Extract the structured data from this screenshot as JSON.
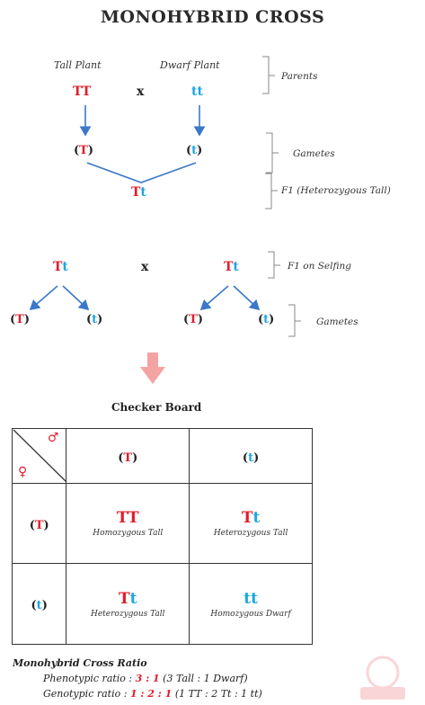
{
  "title": "MONOHYBRID CROSS",
  "parents": {
    "left_label": "Tall Plant",
    "left_genotype": "TT",
    "cross": "x",
    "right_label": "Dwarf Plant",
    "right_genotype": "tt",
    "brace_label": "Parents"
  },
  "gametes1": {
    "left_open": "(",
    "left_allele": "T",
    "left_close": ")",
    "right_open": "(",
    "right_allele": "t",
    "right_close": ")",
    "brace_label": "Gametes"
  },
  "f1": {
    "genotype_dom": "T",
    "genotype_rec": "t",
    "brace_label": "F1 (Heterozygous Tall)"
  },
  "selfing": {
    "left_dom": "T",
    "left_rec": "t",
    "cross": "x",
    "right_dom": "T",
    "right_rec": "t",
    "brace_label": "F1 on Selfing"
  },
  "gametes2": {
    "g1_allele": "T",
    "g2_allele": "t",
    "g3_allele": "T",
    "g4_allele": "t",
    "open": "(",
    "close": ")",
    "brace_label": "Gametes"
  },
  "board": {
    "title": "Checker Board",
    "male_symbol": "♂",
    "female_symbol": "♀",
    "col1": "T",
    "col2": "t",
    "row1": "T",
    "row2": "t",
    "c11_dom": "T",
    "c11_rec": "T",
    "c11_desc": "Homozygous Tall",
    "c12_dom": "T",
    "c12_rec": "t",
    "c12_desc": "Heterozygous Tall",
    "c21_dom": "T",
    "c21_rec": "t",
    "c21_desc": "Heterozygous Tall",
    "c22_dom": "t",
    "c22_rec": "t",
    "c22_desc": "Homozygous Dwarf"
  },
  "ratio": {
    "heading": "Monohybrid Cross Ratio",
    "phenotypic_label": "Phenotypic ratio",
    "phenotypic_value": "3 : 1",
    "phenotypic_detail": "(3 Tall : 1 Dwarf)",
    "genotypic_label": "Genotypic ratio",
    "genotypic_value": "1 : 2 : 1",
    "genotypic_detail": "(1 TT : 2 Tt : 1 tt)"
  },
  "colors": {
    "dominant": "#e11d2a",
    "recessive": "#1aa7df",
    "arrow": "#3a78c9",
    "down_arrow": "#f4a3a3"
  },
  "icons": {
    "down_arrow": "down-arrow-icon",
    "watermark": "logo-watermark"
  }
}
